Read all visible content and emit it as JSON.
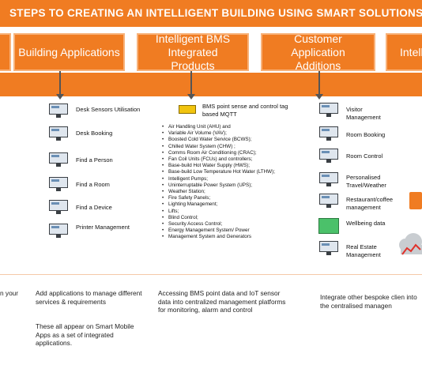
{
  "title": "STEPS TO CREATING AN INTELLIGENT BUILDING USING SMART SOLUTIONS",
  "steps": [
    {
      "label": "Building Applications"
    },
    {
      "label": "Intelligent BMS Integrated Products"
    },
    {
      "label": "Customer Application Additions"
    },
    {
      "label": "Intelli"
    }
  ],
  "building_apps": [
    {
      "label": "Desk Sensors Utilisation"
    },
    {
      "label": "Desk Booking"
    },
    {
      "label": "Find a Person"
    },
    {
      "label": "Find a Room"
    },
    {
      "label": "Find a Device"
    },
    {
      "label": "Printer Management"
    }
  ],
  "bms": {
    "device_label": "BMS point sense and control tag based MQTT",
    "items": [
      "Air Handling Unit (AHU) and",
      "Variable Air Volume (VAV);",
      "Boosted Cold Water Service (BCWS);",
      "Chilled Water System (CHW) ;",
      "Comms Room Air Conditioning (CRAC);",
      "Fan Coil Units (FCUs) and controllers;",
      "Base-build Hot Water Supply (HWS);",
      "Base-build Low Temperature Hot Water (LTHW);",
      "Intelligent Pumps;",
      "Uninterruptable Power System (UPS);",
      "Weather Station;",
      "Fire Safety Panels;",
      "Lighting Management;",
      "Lifts;",
      "Blind Control;",
      "Security Access Control;",
      "Energy Management System/ Power",
      "Management System and Generators"
    ]
  },
  "customer_apps": [
    {
      "label": "Visitor Management"
    },
    {
      "label": "Room Booking"
    },
    {
      "label": "Room Control"
    },
    {
      "label": "Personalised Travel/Weather"
    },
    {
      "label": "Restaurant/coffee management"
    },
    {
      "label": "Wellbeing data"
    },
    {
      "label": "Real Estate Management"
    }
  ],
  "footer": {
    "left_fragment": "n your",
    "col1_a": "Add applications to manage different services & requirements",
    "col1_b": "These all appear on Smart Mobile Apps as a set of integrated applications.",
    "col2": "Accessing BMS point data and IoT sensor data into centralized management platforms for monitoring, alarm and control",
    "col3": "Integrate other bespoke clien into the centralised managen"
  },
  "colors": {
    "accent": "#f07c22",
    "accent_light": "#f8b27a"
  }
}
